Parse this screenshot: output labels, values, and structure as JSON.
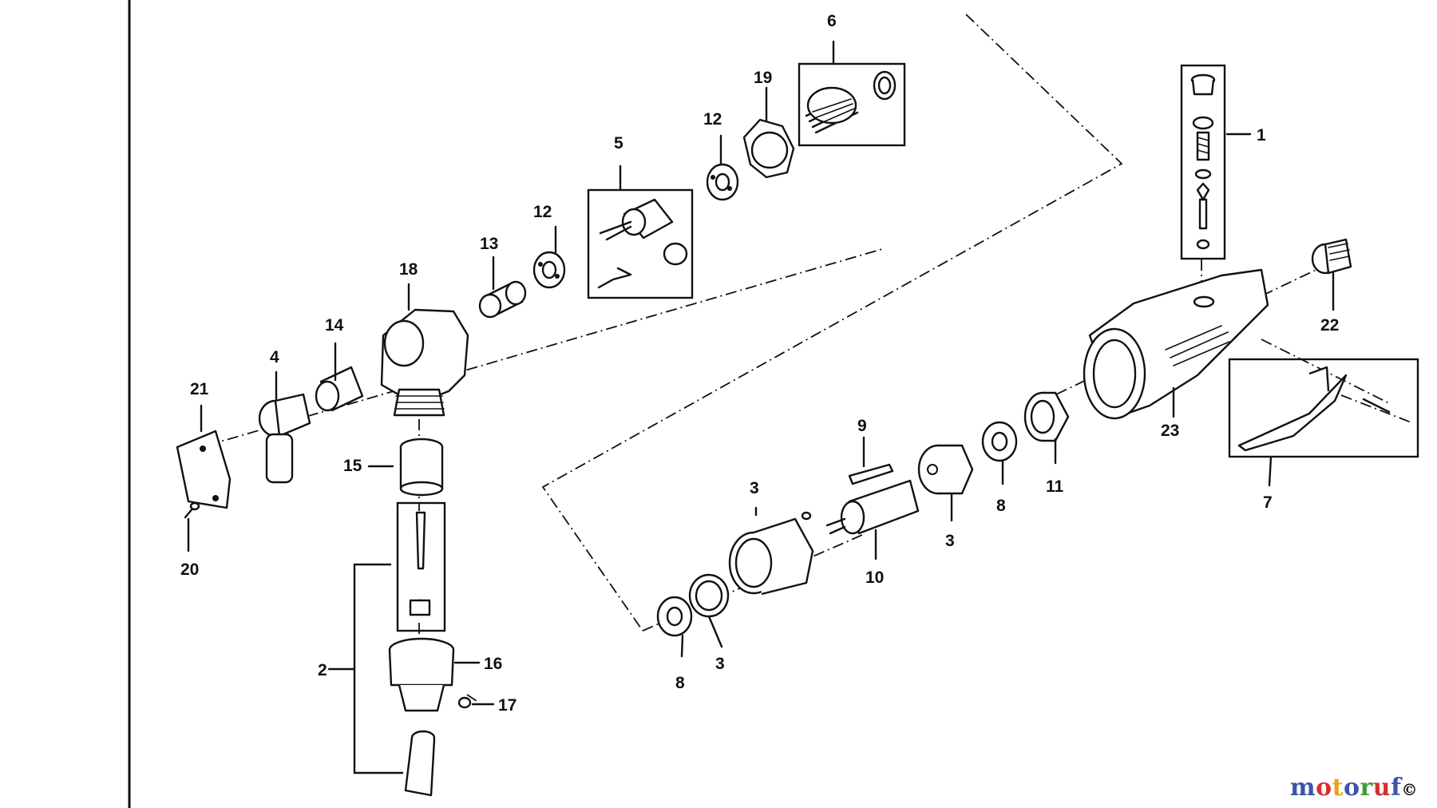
{
  "callouts": [
    {
      "id": "c1",
      "text": "1"
    },
    {
      "id": "c2",
      "text": "2"
    },
    {
      "id": "c3a",
      "text": "3"
    },
    {
      "id": "c3b",
      "text": "3"
    },
    {
      "id": "c3c",
      "text": "3"
    },
    {
      "id": "c4",
      "text": "4"
    },
    {
      "id": "c5",
      "text": "5"
    },
    {
      "id": "c6",
      "text": "6"
    },
    {
      "id": "c7",
      "text": "7"
    },
    {
      "id": "c8a",
      "text": "8"
    },
    {
      "id": "c8b",
      "text": "8"
    },
    {
      "id": "c9",
      "text": "9"
    },
    {
      "id": "c10",
      "text": "10"
    },
    {
      "id": "c11",
      "text": "11"
    },
    {
      "id": "c12a",
      "text": "12"
    },
    {
      "id": "c12b",
      "text": "12"
    },
    {
      "id": "c13",
      "text": "13"
    },
    {
      "id": "c14",
      "text": "14"
    },
    {
      "id": "c15",
      "text": "15"
    },
    {
      "id": "c16",
      "text": "16"
    },
    {
      "id": "c17",
      "text": "17"
    },
    {
      "id": "c18",
      "text": "18"
    },
    {
      "id": "c19",
      "text": "19"
    },
    {
      "id": "c20",
      "text": "20"
    },
    {
      "id": "c21",
      "text": "21"
    },
    {
      "id": "c22",
      "text": "22"
    },
    {
      "id": "c23",
      "text": "23"
    }
  ],
  "watermark": {
    "letters": [
      "m",
      "o",
      "t",
      "o",
      "r",
      "u",
      "f"
    ],
    "letter_colors": [
      "#3b55a8",
      "#d4312a",
      "#e8a020",
      "#3b55a8",
      "#3f9a3a",
      "#d4312a",
      "#3b55a8"
    ],
    "mark": "©"
  },
  "colors": {
    "ink": "#111111",
    "background": "#ffffff"
  }
}
